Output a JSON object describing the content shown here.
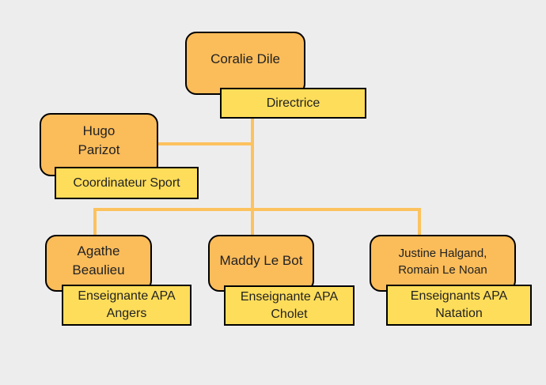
{
  "colors": {
    "background": "#eeedee",
    "name_fill": "#fbbc5a",
    "role_fill": "#fedd5a",
    "connector": "#fcc25e",
    "border": "#000000"
  },
  "director": {
    "name": "Coralie Dile",
    "role": "Directrice"
  },
  "coordinator": {
    "name": "Hugo\nParizot",
    "role": "Coordinateur Sport"
  },
  "teachers": [
    {
      "name": "Agathe\nBeaulieu",
      "role": "Enseignante APA\nAngers"
    },
    {
      "name": "Maddy Le Bot",
      "role": "Enseignante APA\nCholet"
    },
    {
      "name": "Justine Halgand,\nRomain Le Noan",
      "role": "Enseignants APA\nNatation"
    }
  ]
}
